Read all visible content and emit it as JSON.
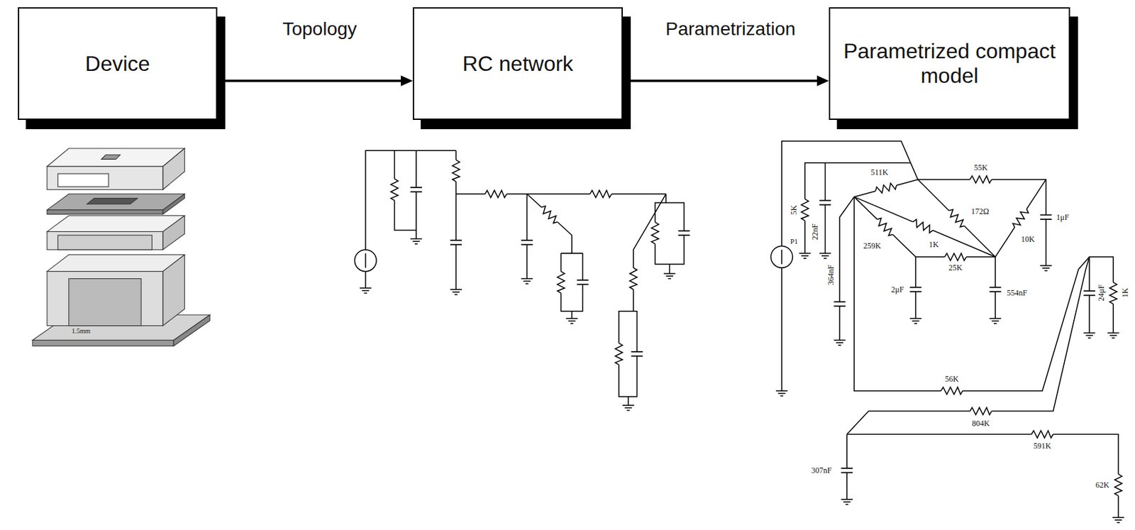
{
  "diagram": {
    "nodes": [
      {
        "text": [
          "Device"
        ]
      },
      {
        "text": [
          "RC network"
        ]
      },
      {
        "text": [
          "Parametrized compact model"
        ]
      }
    ],
    "edges": [
      {
        "from": 0,
        "to": 1,
        "arrow": "to",
        "label": "Topology"
      },
      {
        "from": 1,
        "to": 2,
        "arrow": "to",
        "label": "Parametrization"
      }
    ],
    "labels": [
      "1.5mm",
      "511K",
      "55K",
      "5K",
      "22nF",
      "P1",
      "172Ω",
      "1K",
      "10K",
      "1μF",
      "259K",
      "25K",
      "364nF",
      "2μF",
      "554nF",
      "24μF",
      "1K",
      "56K",
      "804K",
      "591K",
      "307nF",
      "62K"
    ]
  }
}
